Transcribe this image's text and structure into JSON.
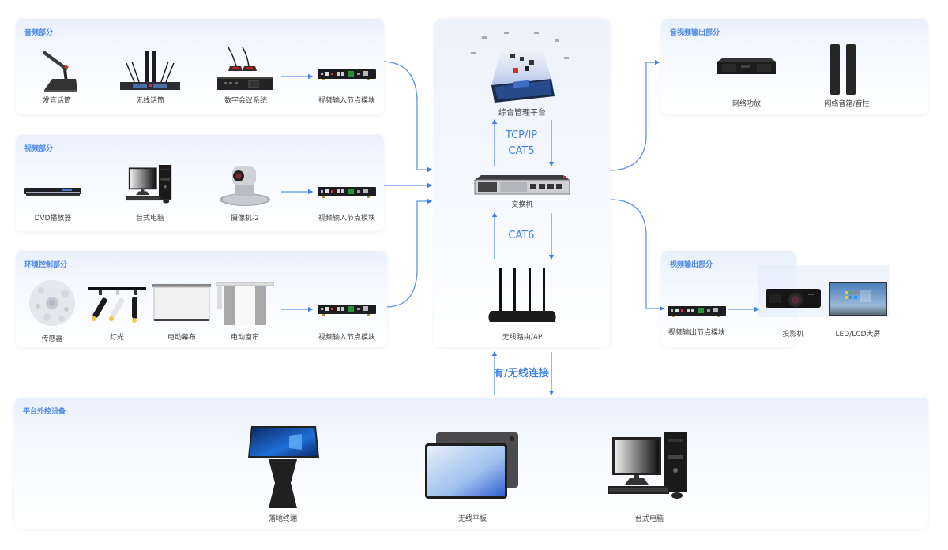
{
  "colors": {
    "accent": "#4a86e8",
    "arrow": "#3f7fe8",
    "caption": "#444444",
    "panel_top": "#eaf1fd"
  },
  "audio": {
    "title": "音频部分",
    "items": [
      {
        "label": "发言话筒",
        "icon": "gooseneck-microphone-icon"
      },
      {
        "label": "无线话筒",
        "icon": "wireless-microphone-icon"
      },
      {
        "label": "数字会议系统",
        "icon": "conference-system-icon"
      },
      {
        "label": "视频输入节点模块",
        "icon": "input-node-module-icon"
      }
    ]
  },
  "video": {
    "title": "视频部分",
    "items": [
      {
        "label": "DVD播放器",
        "icon": "dvd-player-icon"
      },
      {
        "label": "台式电脑",
        "icon": "desktop-computer-icon"
      },
      {
        "label": "摄像机-2",
        "icon": "ptz-camera-icon"
      },
      {
        "label": "视频输入节点模块",
        "icon": "input-node-module-icon"
      }
    ]
  },
  "env": {
    "title": "环境控制部分",
    "items": [
      {
        "label": "传感器",
        "icon": "sensor-icon"
      },
      {
        "label": "灯光",
        "icon": "spotlight-icon"
      },
      {
        "label": "电动幕布",
        "icon": "projection-screen-icon"
      },
      {
        "label": "电动窗帘",
        "icon": "curtain-icon"
      },
      {
        "label": "视频输入节点模块",
        "icon": "input-node-module-icon"
      }
    ]
  },
  "center": {
    "platform": {
      "label": "综合管理平台",
      "icon": "management-platform-icon"
    },
    "link1": {
      "line1": "TCP/IP",
      "line2": "CAT5"
    },
    "switch": {
      "label": "交换机",
      "icon": "network-switch-icon"
    },
    "link2": {
      "line1": "CAT6"
    },
    "router": {
      "label": "无线路由/AP",
      "icon": "wireless-router-icon"
    },
    "link3": {
      "line1": "有/无线连接"
    }
  },
  "av_out": {
    "title": "音视频输出部分",
    "items": [
      {
        "label": "网络功放",
        "icon": "network-amplifier-icon"
      },
      {
        "label": "网络音箱/音柱",
        "icon": "column-speaker-icon"
      }
    ]
  },
  "video_out": {
    "title": "视频输出部分",
    "items": [
      {
        "label": "视频输出节点模块",
        "icon": "output-node-module-icon"
      },
      {
        "label": "投影机",
        "icon": "projector-icon"
      },
      {
        "label": "LED/LCD大屏",
        "icon": "led-lcd-screen-icon"
      }
    ]
  },
  "external": {
    "title": "平台外控设备",
    "items": [
      {
        "label": "落地终端",
        "icon": "kiosk-terminal-icon"
      },
      {
        "label": "无线平板",
        "icon": "tablet-icon"
      },
      {
        "label": "台式电脑",
        "icon": "desktop-computer-icon"
      }
    ]
  }
}
